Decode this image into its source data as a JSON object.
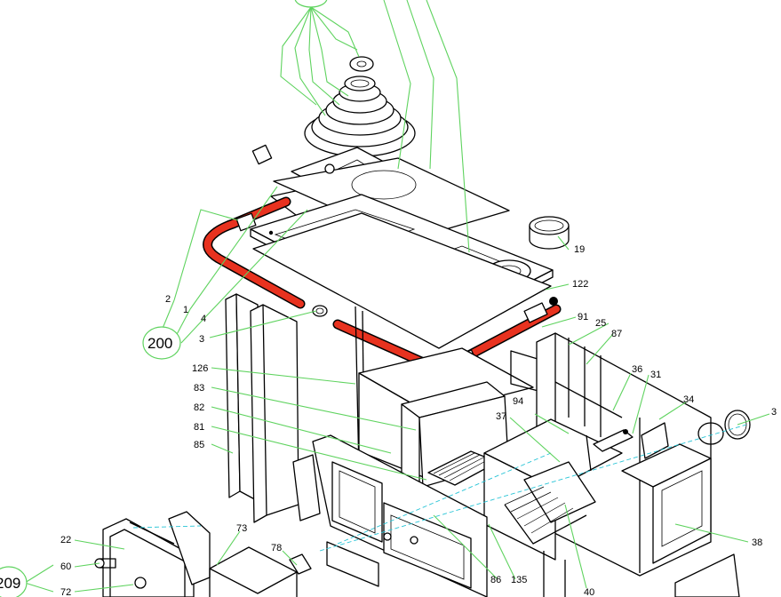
{
  "labels": {
    "l1": "1",
    "l2": "2",
    "l3": "3",
    "l4": "4",
    "l19": "19",
    "l22": "22",
    "l25": "25",
    "l31": "31",
    "l34": "34",
    "l36": "36",
    "l37": "37",
    "l38": "38",
    "l40": "40",
    "l60": "60",
    "l72": "72",
    "l73": "73",
    "l78": "78",
    "l81": "81",
    "l82": "82",
    "l83": "83",
    "l85": "85",
    "l86": "86",
    "l87": "87",
    "l91": "91",
    "l94": "94",
    "l122": "122",
    "l126": "126",
    "l135": "135",
    "l200": "200",
    "l209": "209",
    "l3cut": "3"
  },
  "colors": {
    "leader": "#5fd35f",
    "pipe": "#e8321f",
    "dash": "#27c4d6"
  }
}
